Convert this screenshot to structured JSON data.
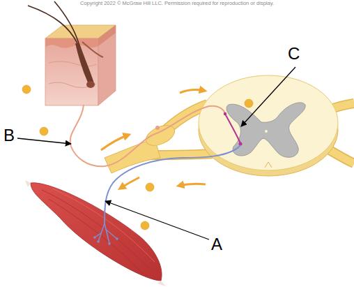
{
  "diagram": {
    "labels": [
      "Copyright 2022 © McGraw Hill LLC. Permission required for reproduction or display.",
      "C",
      "B",
      "A"
    ]
  }
}
